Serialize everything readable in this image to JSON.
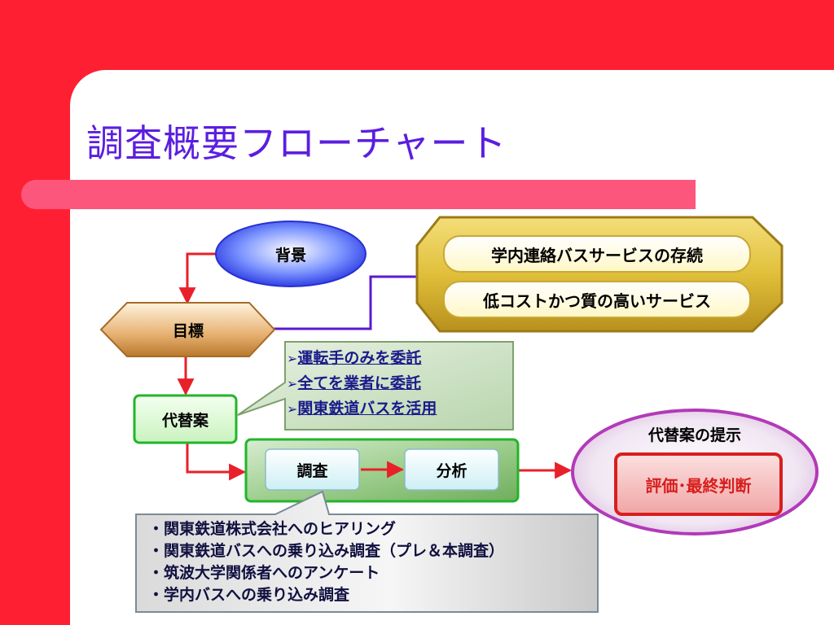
{
  "slide": {
    "title": "調査概要フローチャート"
  },
  "nodes": {
    "background": "背景",
    "goal": "目標",
    "goal_item_1": "学内連絡バスサービスの存続",
    "goal_item_2": "低コストかつ質の高いサービス",
    "alternatives": "代替案",
    "survey": "調査",
    "analysis": "分析",
    "proposal_title": "代替案の提示",
    "evaluation": "評価･最終判断"
  },
  "alternatives_callout": {
    "bullet": "➢",
    "items": [
      "運転手のみを委託",
      "全てを業者に委託",
      "関東鉄道バスを活用"
    ]
  },
  "survey_callout": {
    "items": [
      "・関東鉄道株式会社へのヒアリング",
      "・関東鉄道バスへの乗り込み調査（プレ＆本調査）",
      "・筑波大学関係者へのアンケート",
      "・学内バスへの乗り込み調査"
    ]
  },
  "colors": {
    "title": "#5b1ee0",
    "background_red": "#ff1f33",
    "bar_pink": "#fd567c",
    "arrow_red": "#e8202a",
    "connector_purple": "#5a1ad0"
  }
}
